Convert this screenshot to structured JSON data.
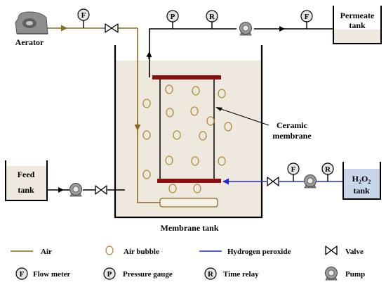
{
  "labels": {
    "aerator": "Aerator",
    "permeate_tank": [
      "Permeate",
      "tank"
    ],
    "feed_tank": [
      "Feed",
      "tank"
    ],
    "ceramic_membrane": [
      "Ceramic",
      "membrane"
    ],
    "membrane_tank": "Membrane tank",
    "h2o2_tank": {
      "h": "H",
      "sub1": "2",
      "o": "O",
      "sub2": "2",
      "tank": "tank"
    }
  },
  "gauge_letters": {
    "flow_meter": "F",
    "pressure_gauge": "P",
    "time_relay": "R"
  },
  "legend": [
    {
      "symbol": "air-line",
      "label": "Air"
    },
    {
      "symbol": "air-bubble",
      "label": "Air bubble"
    },
    {
      "symbol": "hydrogen-peroxide-line",
      "label": "Hydrogen peroxide"
    },
    {
      "symbol": "valve",
      "label": "Valve"
    },
    {
      "symbol": "flow-meter",
      "label": "Flow meter"
    },
    {
      "symbol": "pressure-gauge",
      "label": "Pressure gauge"
    },
    {
      "symbol": "time-relay",
      "label": "Time relay"
    },
    {
      "symbol": "pump",
      "label": "Pump"
    }
  ],
  "colors": {
    "air_line": "#8a6a1c",
    "hydrogen_peroxide_line": "#1f2bd6",
    "liquid": "#eee8de",
    "h2o2_liquid": "#c9d6ea",
    "membrane_plate": "#8b1010",
    "bubble": "#b08a3a"
  }
}
